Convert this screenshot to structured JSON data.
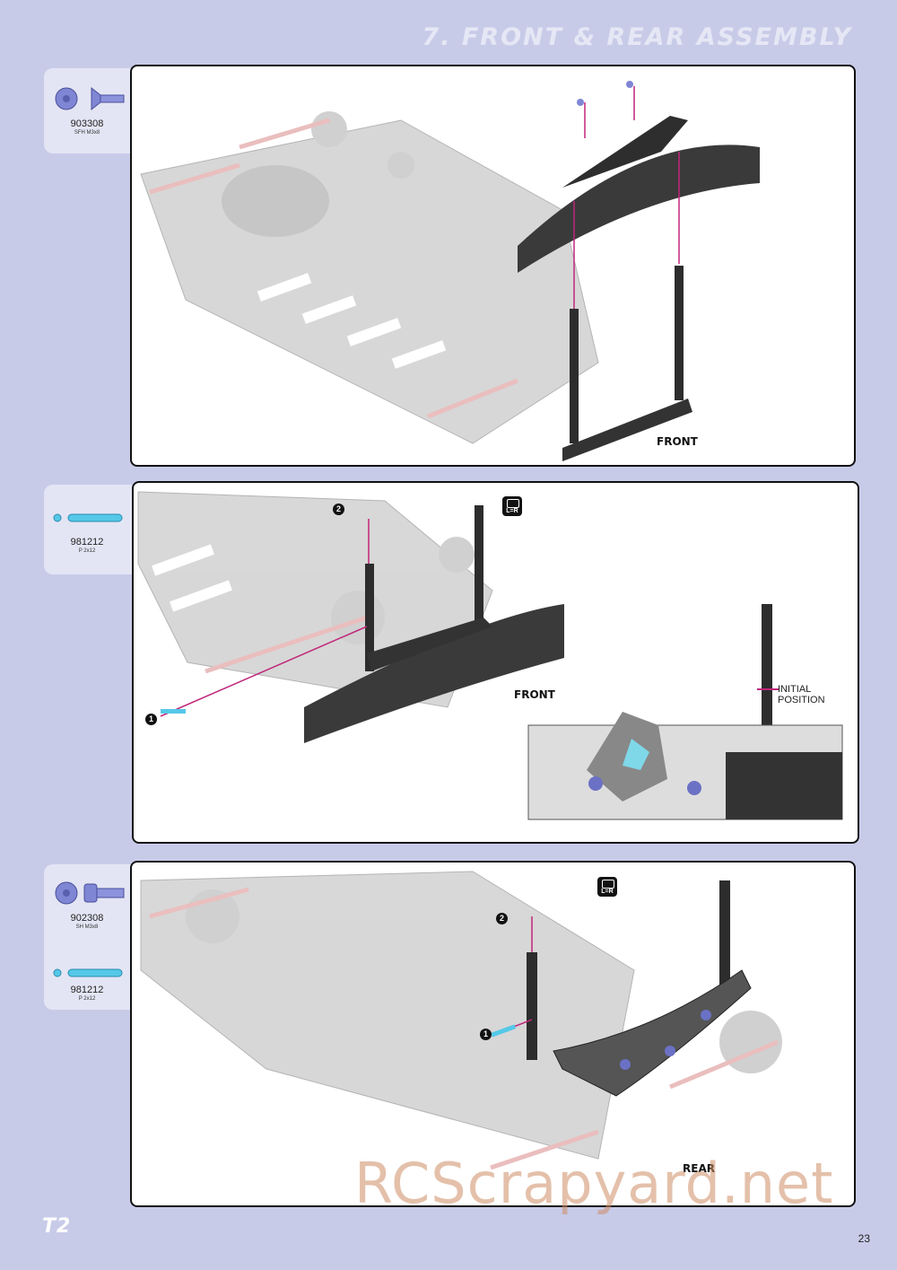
{
  "header": {
    "title": "7. FRONT & REAR ASSEMBLY"
  },
  "steps": [
    {
      "parts": [
        {
          "code": "903308",
          "desc": "SFH M3x8",
          "icon": "flat-head-screw-icon"
        }
      ],
      "labels": {
        "front": "FRONT"
      }
    },
    {
      "parts": [
        {
          "code": "981212",
          "desc": "P 2x12",
          "icon": "pin-icon"
        }
      ],
      "labels": {
        "front": "FRONT",
        "initial_position": "INITIAL POSITION",
        "lr": "L=R",
        "step1": "1",
        "step2": "2"
      }
    },
    {
      "parts": [
        {
          "code": "902308",
          "desc": "SH M3x8",
          "icon": "socket-head-screw-icon"
        },
        {
          "code": "981212",
          "desc": "P 2x12",
          "icon": "pin-icon"
        }
      ],
      "labels": {
        "rear": "REAR",
        "lr": "L=R",
        "step1": "1",
        "step2": "2"
      }
    }
  ],
  "footer": {
    "logo": "T2",
    "page": "23"
  },
  "watermark": "RCScrapyard.net",
  "colors": {
    "page_bg": "#c8cbe8",
    "card_bg": "#e4e5f4",
    "arrow": "#c0267a",
    "part_blue": "#7f86d4",
    "pin_cyan": "#55c8e8"
  }
}
